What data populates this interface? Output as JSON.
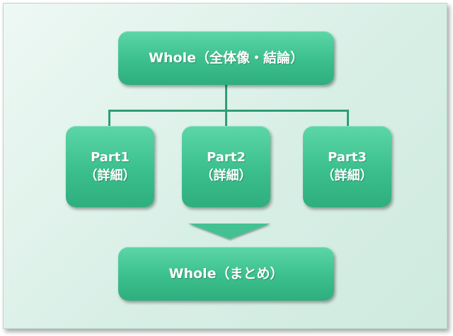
{
  "diagram": {
    "top_box": {
      "label": "Whole（全体像・結論）"
    },
    "parts": [
      {
        "title": "Part1",
        "subtitle": "（詳細）"
      },
      {
        "title": "Part2",
        "subtitle": "（詳細）"
      },
      {
        "title": "Part3",
        "subtitle": "（詳細）"
      }
    ],
    "bottom_box": {
      "label": "Whole（まとめ）"
    }
  },
  "colors": {
    "box_fill": "#3bbf8d",
    "connector": "#2e9e74",
    "background": "#d8efe6",
    "text": "#ffffff"
  }
}
